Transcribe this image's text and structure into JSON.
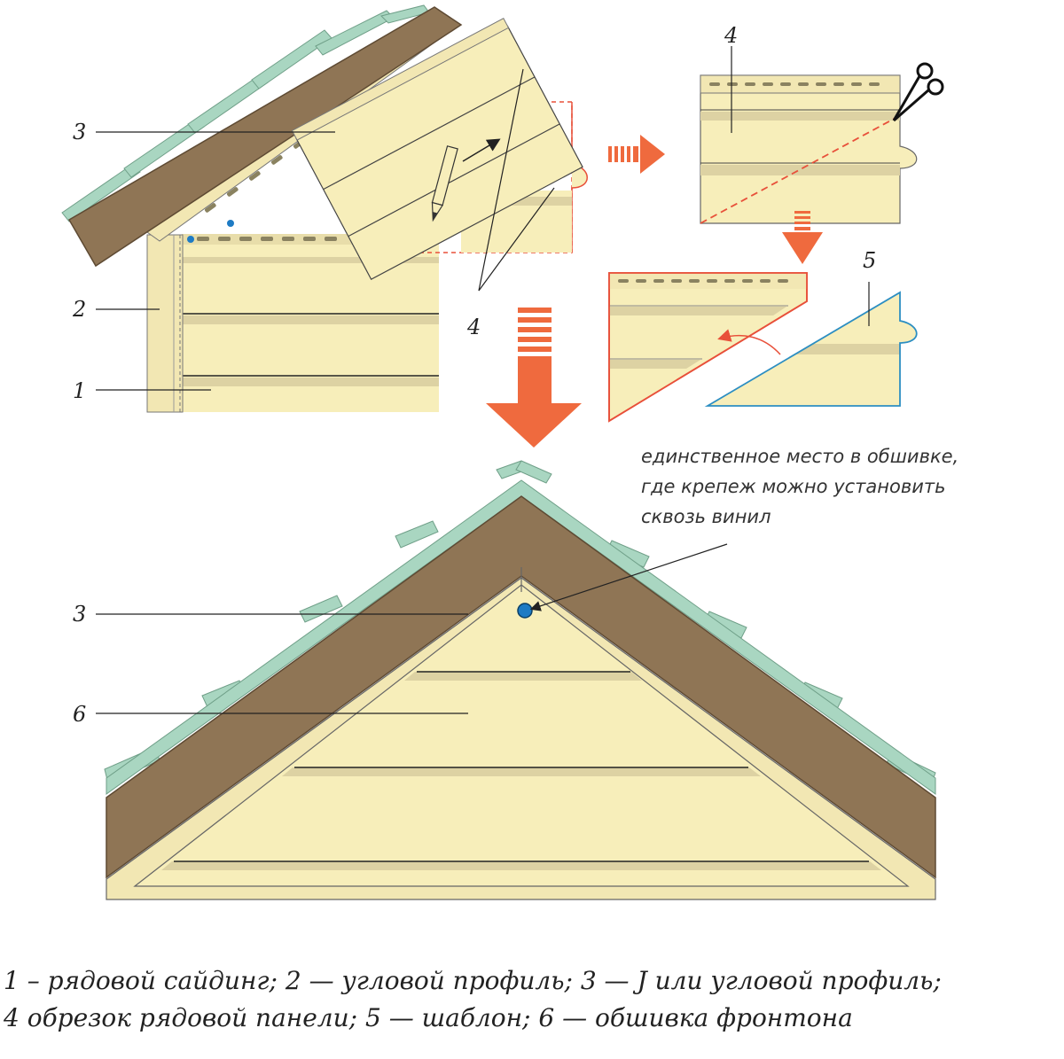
{
  "labels": {
    "siding": "1",
    "corner_profile": "2",
    "j_profile": "3",
    "panel_cut": "4",
    "template": "5",
    "gable_cladding": "6"
  },
  "note": {
    "line1": "единственное место в обшивке,",
    "line2": "где крепеж можно установить",
    "line3": "сквозь винил"
  },
  "caption": {
    "line1": "1 – рядовой сайдинг; 2 — угловой профиль; 3 — J или угловой профиль;",
    "line2": "4 обрезок рядовой панели; 5 — шаблон; 6 — обшивка фронтона"
  },
  "colors": {
    "roof_brown": "#8f7555",
    "roof_edge": "#5e4a33",
    "shingle_green": "#a9d6c1",
    "panel_cream": "#f7eeba",
    "panel_shade": "#ddd2a3",
    "cut_red": "#e8503a",
    "template_blue": "#2c8ec2",
    "arrow_orange": "#ef6a3e",
    "fastener_blue": "#1e7bc4"
  }
}
